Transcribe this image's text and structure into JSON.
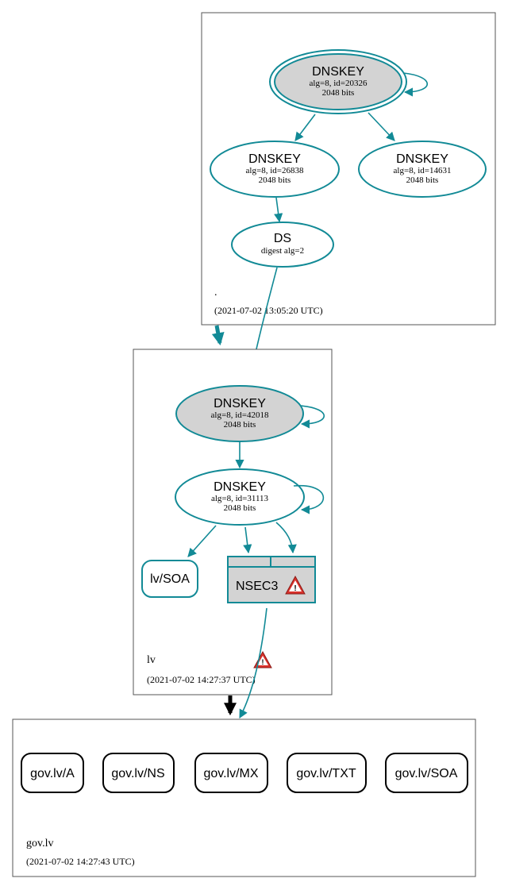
{
  "zones": {
    "root": {
      "name": ".",
      "timestamp": "(2021-07-02 13:05:20 UTC)",
      "dnskey_ksk": {
        "title": "DNSKEY",
        "line1": "alg=8, id=20326",
        "line2": "2048 bits"
      },
      "dnskey_a": {
        "title": "DNSKEY",
        "line1": "alg=8, id=26838",
        "line2": "2048 bits"
      },
      "dnskey_b": {
        "title": "DNSKEY",
        "line1": "alg=8, id=14631",
        "line2": "2048 bits"
      },
      "ds": {
        "title": "DS",
        "line1": "digest alg=2"
      }
    },
    "lv": {
      "name": "lv",
      "timestamp": "(2021-07-02 14:27:37 UTC)",
      "dnskey_ksk": {
        "title": "DNSKEY",
        "line1": "alg=8, id=42018",
        "line2": "2048 bits"
      },
      "dnskey_zsk": {
        "title": "DNSKEY",
        "line1": "alg=8, id=31113",
        "line2": "2048 bits"
      },
      "soa": "lv/SOA",
      "nsec3": "NSEC3"
    },
    "gov_lv": {
      "name": "gov.lv",
      "timestamp": "(2021-07-02 14:27:43 UTC)",
      "records": [
        "gov.lv/A",
        "gov.lv/NS",
        "gov.lv/MX",
        "gov.lv/TXT",
        "gov.lv/SOA"
      ]
    }
  },
  "colors": {
    "edge": "#128a96",
    "node_fill_ksk": "#d3d3d3",
    "warning": "#d9312b"
  },
  "icons": {
    "warning": "warning-triangle-icon"
  }
}
